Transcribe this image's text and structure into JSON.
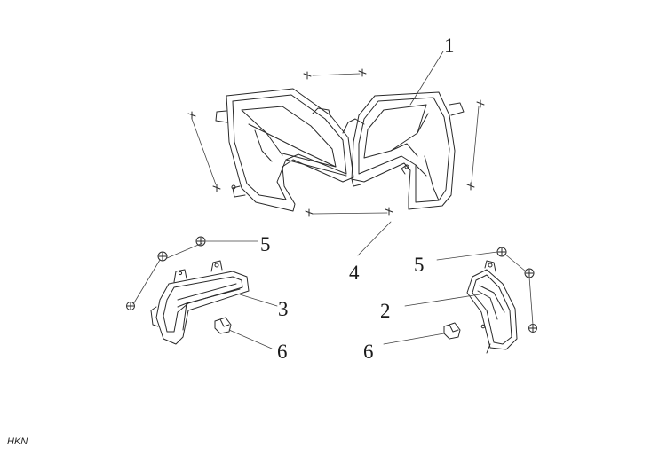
{
  "callouts": {
    "c1": "1",
    "c2": "2",
    "c3": "3",
    "c4": "4",
    "c5a": "5",
    "c5b": "5",
    "c6a": "6",
    "c6b": "6"
  },
  "brand": "HKN",
  "colors": {
    "line": "#2a2a2a",
    "leader": "#444444"
  }
}
